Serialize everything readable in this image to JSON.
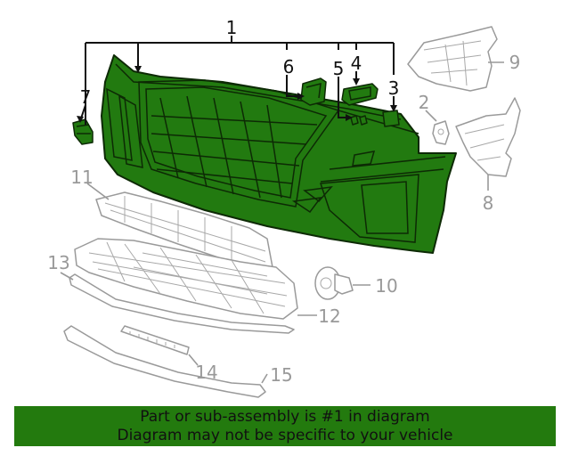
{
  "callouts": {
    "c1": "1",
    "c2": "2",
    "c3": "3",
    "c4": "4",
    "c5": "5",
    "c6": "6",
    "c7": "7",
    "c8": "8",
    "c9": "9",
    "c10": "10",
    "c11": "11",
    "c12": "12",
    "c13": "13",
    "c14": "14",
    "c15": "15"
  },
  "banner": {
    "line1": "Part or sub-assembly is #1 in diagram",
    "line2": "Diagram may not be specific to your vehicle"
  },
  "colors": {
    "highlight": "#227a10",
    "banner_bg": "#237a0e",
    "outline_dark": "#111111",
    "outline_grey": "#999999"
  }
}
